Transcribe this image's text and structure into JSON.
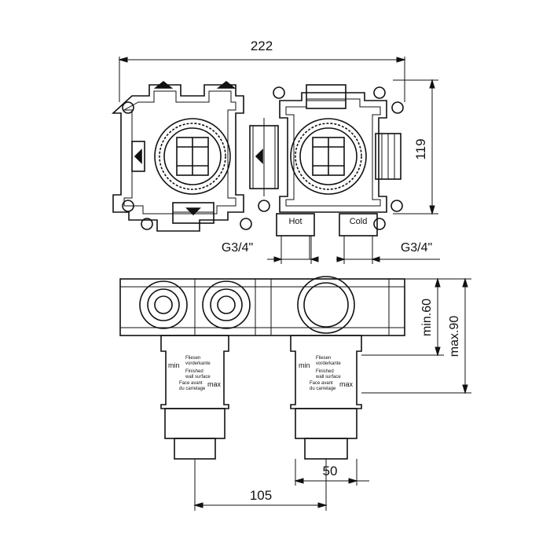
{
  "top_view": {
    "width_label": "222",
    "height_label": "119",
    "inlet_left_label": "G3/4\"",
    "inlet_right_label": "G3/4\"",
    "hot_label": "Hot",
    "cold_label": "Cold"
  },
  "side_view": {
    "min_depth_label": "min.60",
    "max_depth_label": "max.90",
    "spacing_label": "50",
    "center_distance_label": "105",
    "finish_note_left": {
      "min": "min",
      "max": "max",
      "line1": "Fliesen",
      "line2": "vorderkante",
      "line3": "Finished",
      "line4": "wall surface",
      "line5": "Face avant",
      "line6": "du carrelage"
    },
    "finish_note_right": {
      "min": "min",
      "max": "max",
      "line1": "Fliesen",
      "line2": "vorderkante",
      "line3": "Finished",
      "line4": "wall surface",
      "line5": "Face avant",
      "line6": "du carrelage"
    }
  },
  "colors": {
    "line": "#111111",
    "background": "#ffffff"
  }
}
